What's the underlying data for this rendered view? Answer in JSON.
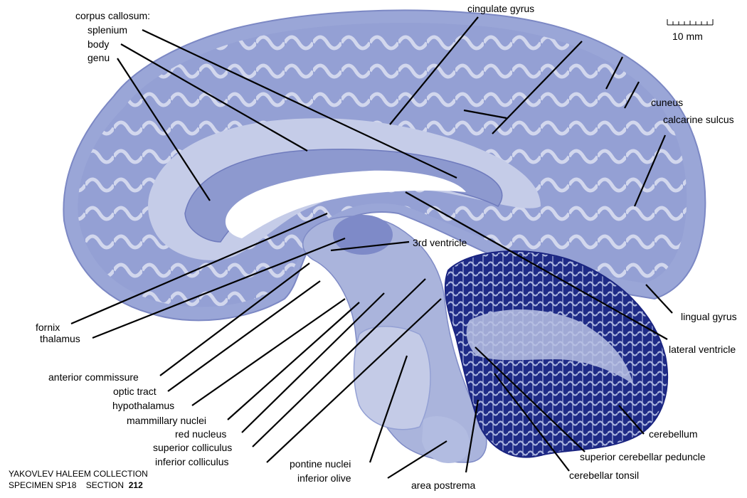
{
  "labels": {
    "corpus_callosum": "corpus callosum:",
    "splenium": "splenium",
    "body": "body",
    "genu": "genu",
    "cingulate_gyrus": "cingulate gyrus",
    "cuneus": "cuneus",
    "calcarine_sulcus": "calcarine sulcus",
    "third_ventricle": "3rd ventricle",
    "fornix": "fornix",
    "thalamus": "thalamus",
    "lingual_gyrus": "lingual gyrus",
    "lateral_ventricle": "lateral ventricle",
    "anterior_commissure": "anterior commissure",
    "optic_tract": "optic tract",
    "hypothalamus": "hypothalamus",
    "mammillary_nuclei": "mammillary nuclei",
    "red_nucleus": "red nucleus",
    "superior_colliculus": "superior colliculus",
    "inferior_colliculus": "inferior colliculus",
    "pontine_nuclei": "pontine nuclei",
    "inferior_olive": "inferior olive",
    "area_postrema": "area postrema",
    "cerebellum": "cerebellum",
    "superior_cerebellar_peduncle": "superior cerebellar peduncle",
    "cerebellar_tonsil": "cerebellar tonsil"
  },
  "scale": {
    "label": "10 mm"
  },
  "footer": {
    "collection": "YAKOVLEV HALEEM COLLECTION",
    "specimen": "SPECIMEN SP18",
    "section_label": "SECTION",
    "section_number": "212"
  },
  "colors": {
    "tissue_light": "#a9b4dc",
    "tissue_mid": "#8c98cf",
    "tissue_dark": "#27338f",
    "white_matter": "#c3cae6",
    "leader": "#000000"
  }
}
